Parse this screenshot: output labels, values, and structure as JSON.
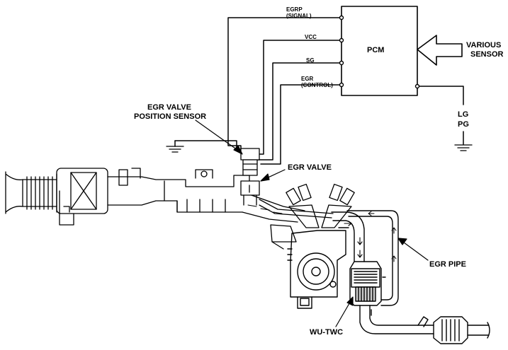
{
  "pcm": {
    "label": "PCM"
  },
  "wires": {
    "egrp_line1": "EGRP",
    "egrp_line2": "(SIGNAL)",
    "vcc": "VCC",
    "sg": "SG",
    "egr_line1": "EGR",
    "egr_line2": "(CONTROL)"
  },
  "inputs": {
    "various_line1": "VARIOUS",
    "various_line2": "SENSOR"
  },
  "grounds": {
    "lg": "LG",
    "pg": "PG"
  },
  "components": {
    "egr_valve_position_sensor_line1": "EGR VALVE",
    "egr_valve_position_sensor_line2": "POSITION SENSOR",
    "egr_valve": "EGR VALVE",
    "egr_pipe": "EGR PIPE",
    "wu_twc": "WU-TWC"
  },
  "colors": {
    "ink": "#000000",
    "paper": "#ffffff",
    "fill_gray": "#cccccc"
  }
}
